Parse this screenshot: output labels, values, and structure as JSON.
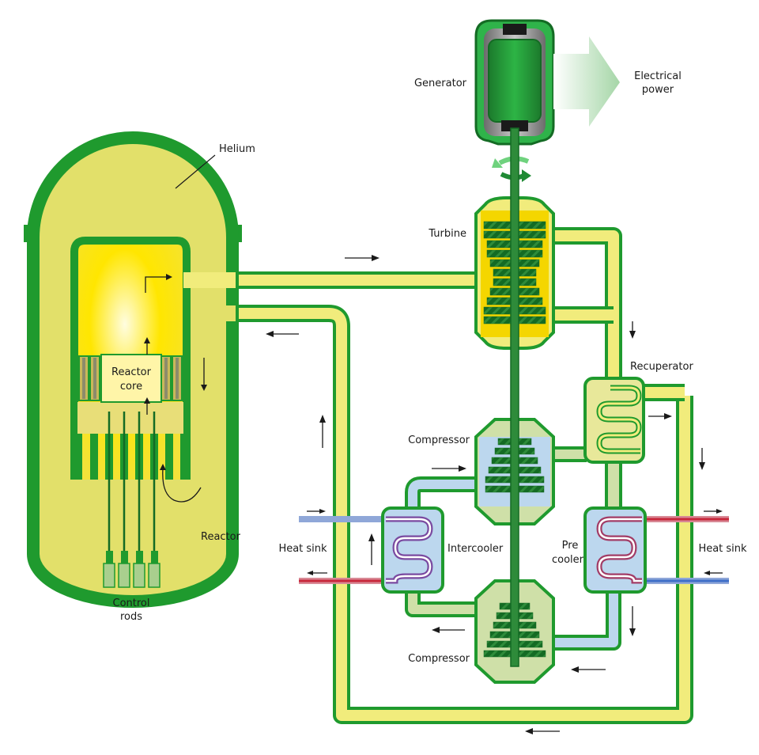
{
  "labels": {
    "generator": "Generator",
    "electrical_power_line1": "Electrical",
    "electrical_power_line2": "power",
    "helium": "Helium",
    "turbine": "Turbine",
    "recuperator": "Recuperator",
    "reactor_core_line1": "Reactor",
    "reactor_core_line2": "core",
    "compressor_top": "Compressor",
    "compressor_bottom": "Compressor",
    "intercooler": "Intercooler",
    "precooler_line1": "Pre",
    "precooler_line2": "cooler",
    "heat_sink_left": "Heat sink",
    "heat_sink_right": "Heat sink",
    "reactor": "Reactor",
    "control_rods_line1": "Control",
    "control_rods_line2": "rods"
  },
  "colors": {
    "outline": "#1f9a2e",
    "dark_green": "#146b24",
    "shaft": "#2e8b3a",
    "vessel_fill": "#e2e06a",
    "pipe_fill": "#f1ec7c",
    "hot_yellow": "#ffe600",
    "core_box": "#fff5a8",
    "cool_fill": "#cfe0a8",
    "hx_blue": "#bcd7ee",
    "cold_pipe": "#3f6fc8",
    "hot_pipe": "#c8283c",
    "rod_tip": "#a9cf8e"
  }
}
